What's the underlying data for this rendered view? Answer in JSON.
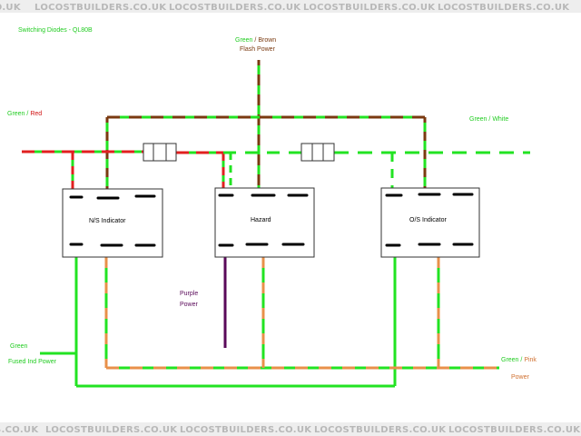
{
  "watermark": {
    "text": "LOCOSTBUILDERS.CO.UK",
    "partial_left_top": ".CO.UK",
    "partial_left_bottom": "S.CO.UK"
  },
  "title": "Switching Diodes - QL80B",
  "labels": {
    "flash_green": "Green",
    "flash_sep": " / ",
    "flash_brown": "Brown",
    "flash_power": "Flash Power",
    "left_green": "Green",
    "left_sep": " / ",
    "left_red": "Red",
    "right_green": "Green",
    "right_sep": " / ",
    "right_white": "White",
    "purple": "Purple",
    "purple_power": "Power",
    "fused_green": "Green",
    "fused_power": "Fused Ind Power",
    "pink_green": "Green",
    "pink_sep": " / ",
    "pink_pink": "Pink",
    "pink_power": "Power"
  },
  "boxes": {
    "ns": "N/S Indicator",
    "hazard": "Hazard",
    "os": "O/S Indicator"
  },
  "colors": {
    "green": "#22e322",
    "brown": "#7a3a10",
    "red": "#e02020",
    "orange": "#e8904a",
    "purple": "#5a0a5a",
    "label_green": "#22cc22",
    "label_brown": "#7a3a10",
    "label_red": "#d01010",
    "label_orange": "#d07030",
    "label_purple": "#5a0a5a"
  }
}
